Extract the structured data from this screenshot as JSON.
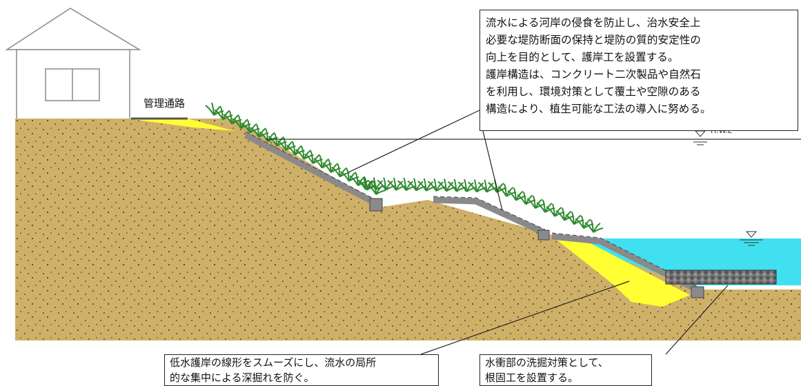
{
  "labels": {
    "road": "管理通路",
    "hwl": "H.W.L"
  },
  "callouts": {
    "top": [
      "流水による河岸の侵食を防止し、治水安全上",
      "必要な堤防断面の保持と堤防の質的安定性の",
      "向上を目的として、護岸工を設置する。",
      "護岸構造は、コンクリート二次製品や自然石",
      "を利用し、環境対策として覆土や空隙のある",
      "構造により、植生可能な工法の導入に努める。"
    ],
    "bottom_left": [
      "低水護岸の線形をスムーズにし、流水の局所",
      "的な集中による深掘れを防ぐ。"
    ],
    "bottom_right": [
      "水衝部の洗掘対策として、",
      "根固工を設置する。"
    ]
  },
  "colors": {
    "soil": "#cfb068",
    "fill_yellow": "#ffff33",
    "water": "#40e0f0",
    "grass": "#2f8a2f",
    "revetment": "#8a8a8a"
  }
}
